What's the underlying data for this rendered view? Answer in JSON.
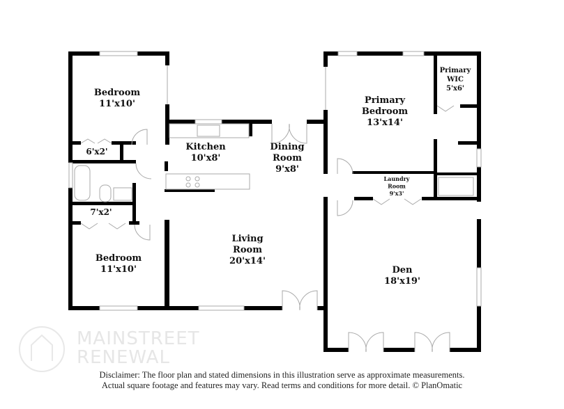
{
  "rooms": {
    "bedroom1": {
      "name": "Bedroom",
      "dim": "11'x10'"
    },
    "closet1": {
      "dim": "6'x2'"
    },
    "closet2": {
      "dim": "7'x2'"
    },
    "bedroom2": {
      "name": "Bedroom",
      "dim": "11'x10'"
    },
    "kitchen": {
      "name": "Kitchen",
      "dim": "10'x8'"
    },
    "dining": {
      "name1": "Dining",
      "name2": "Room",
      "dim": "9'x8'"
    },
    "living": {
      "name1": "Living",
      "name2": "Room",
      "dim": "20'x14'"
    },
    "primary_bedroom": {
      "name1": "Primary",
      "name2": "Bedroom",
      "dim": "13'x14'"
    },
    "primary_wic": {
      "name1": "Primary",
      "name2": "WIC",
      "dim": "5'x6'"
    },
    "laundry": {
      "name1": "Laundry",
      "name2": "Room",
      "dim": "9'x3'"
    },
    "den": {
      "name": "Den",
      "dim": "18'x19'"
    }
  },
  "watermark": {
    "line1": "MAINSTREET",
    "line2": "RENEWAL"
  },
  "disclaimer": {
    "line1": "Disclaimer: The floor plan and stated dimensions in this illustration serve as approximate measurements.",
    "line2": "Actual square footage and features may vary. Read terms and conditions for more detail. © PlanOmatic"
  },
  "colors": {
    "wall": "#000000",
    "window": "#bbbbbb",
    "watermark": "#e6e6e6"
  }
}
